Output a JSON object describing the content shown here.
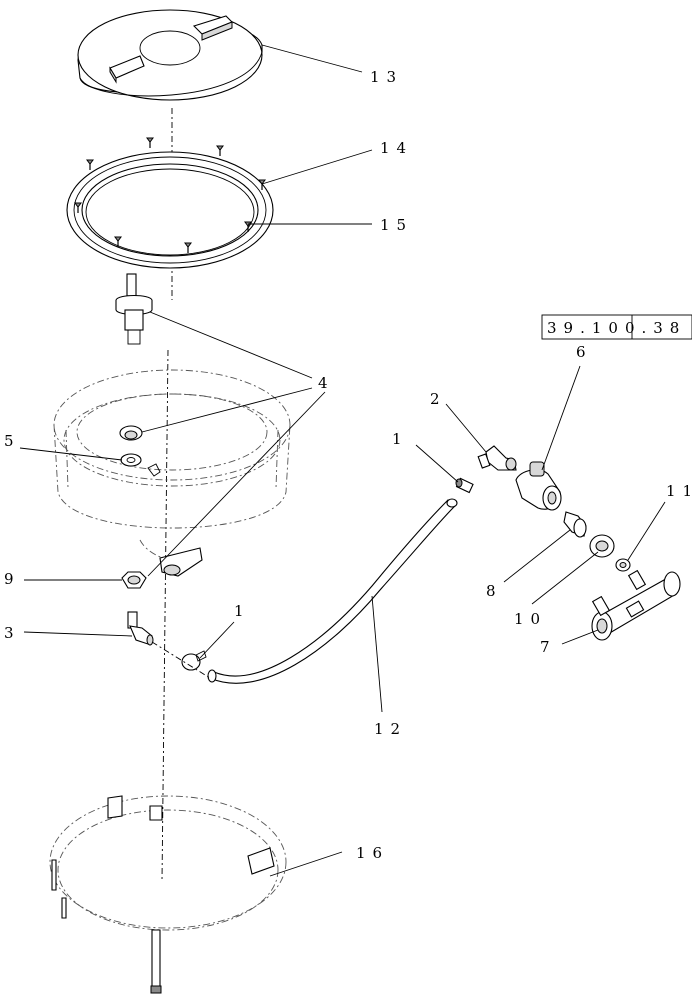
{
  "diagram": {
    "reference_box": {
      "text": "39.100.38"
    },
    "callouts": [
      {
        "id": "c13",
        "label": "13"
      },
      {
        "id": "c14",
        "label": "14"
      },
      {
        "id": "c15",
        "label": "15"
      },
      {
        "id": "c4",
        "label": "4"
      },
      {
        "id": "c5",
        "label": "5"
      },
      {
        "id": "c9",
        "label": "9"
      },
      {
        "id": "c3",
        "label": "3"
      },
      {
        "id": "c1a",
        "label": "1"
      },
      {
        "id": "c1b",
        "label": "1"
      },
      {
        "id": "c2",
        "label": "2"
      },
      {
        "id": "c6",
        "label": "6"
      },
      {
        "id": "c11",
        "label": "11"
      },
      {
        "id": "c8",
        "label": "8"
      },
      {
        "id": "c10",
        "label": "10"
      },
      {
        "id": "c7",
        "label": "7"
      },
      {
        "id": "c12",
        "label": "12"
      },
      {
        "id": "c16",
        "label": "16"
      }
    ]
  }
}
